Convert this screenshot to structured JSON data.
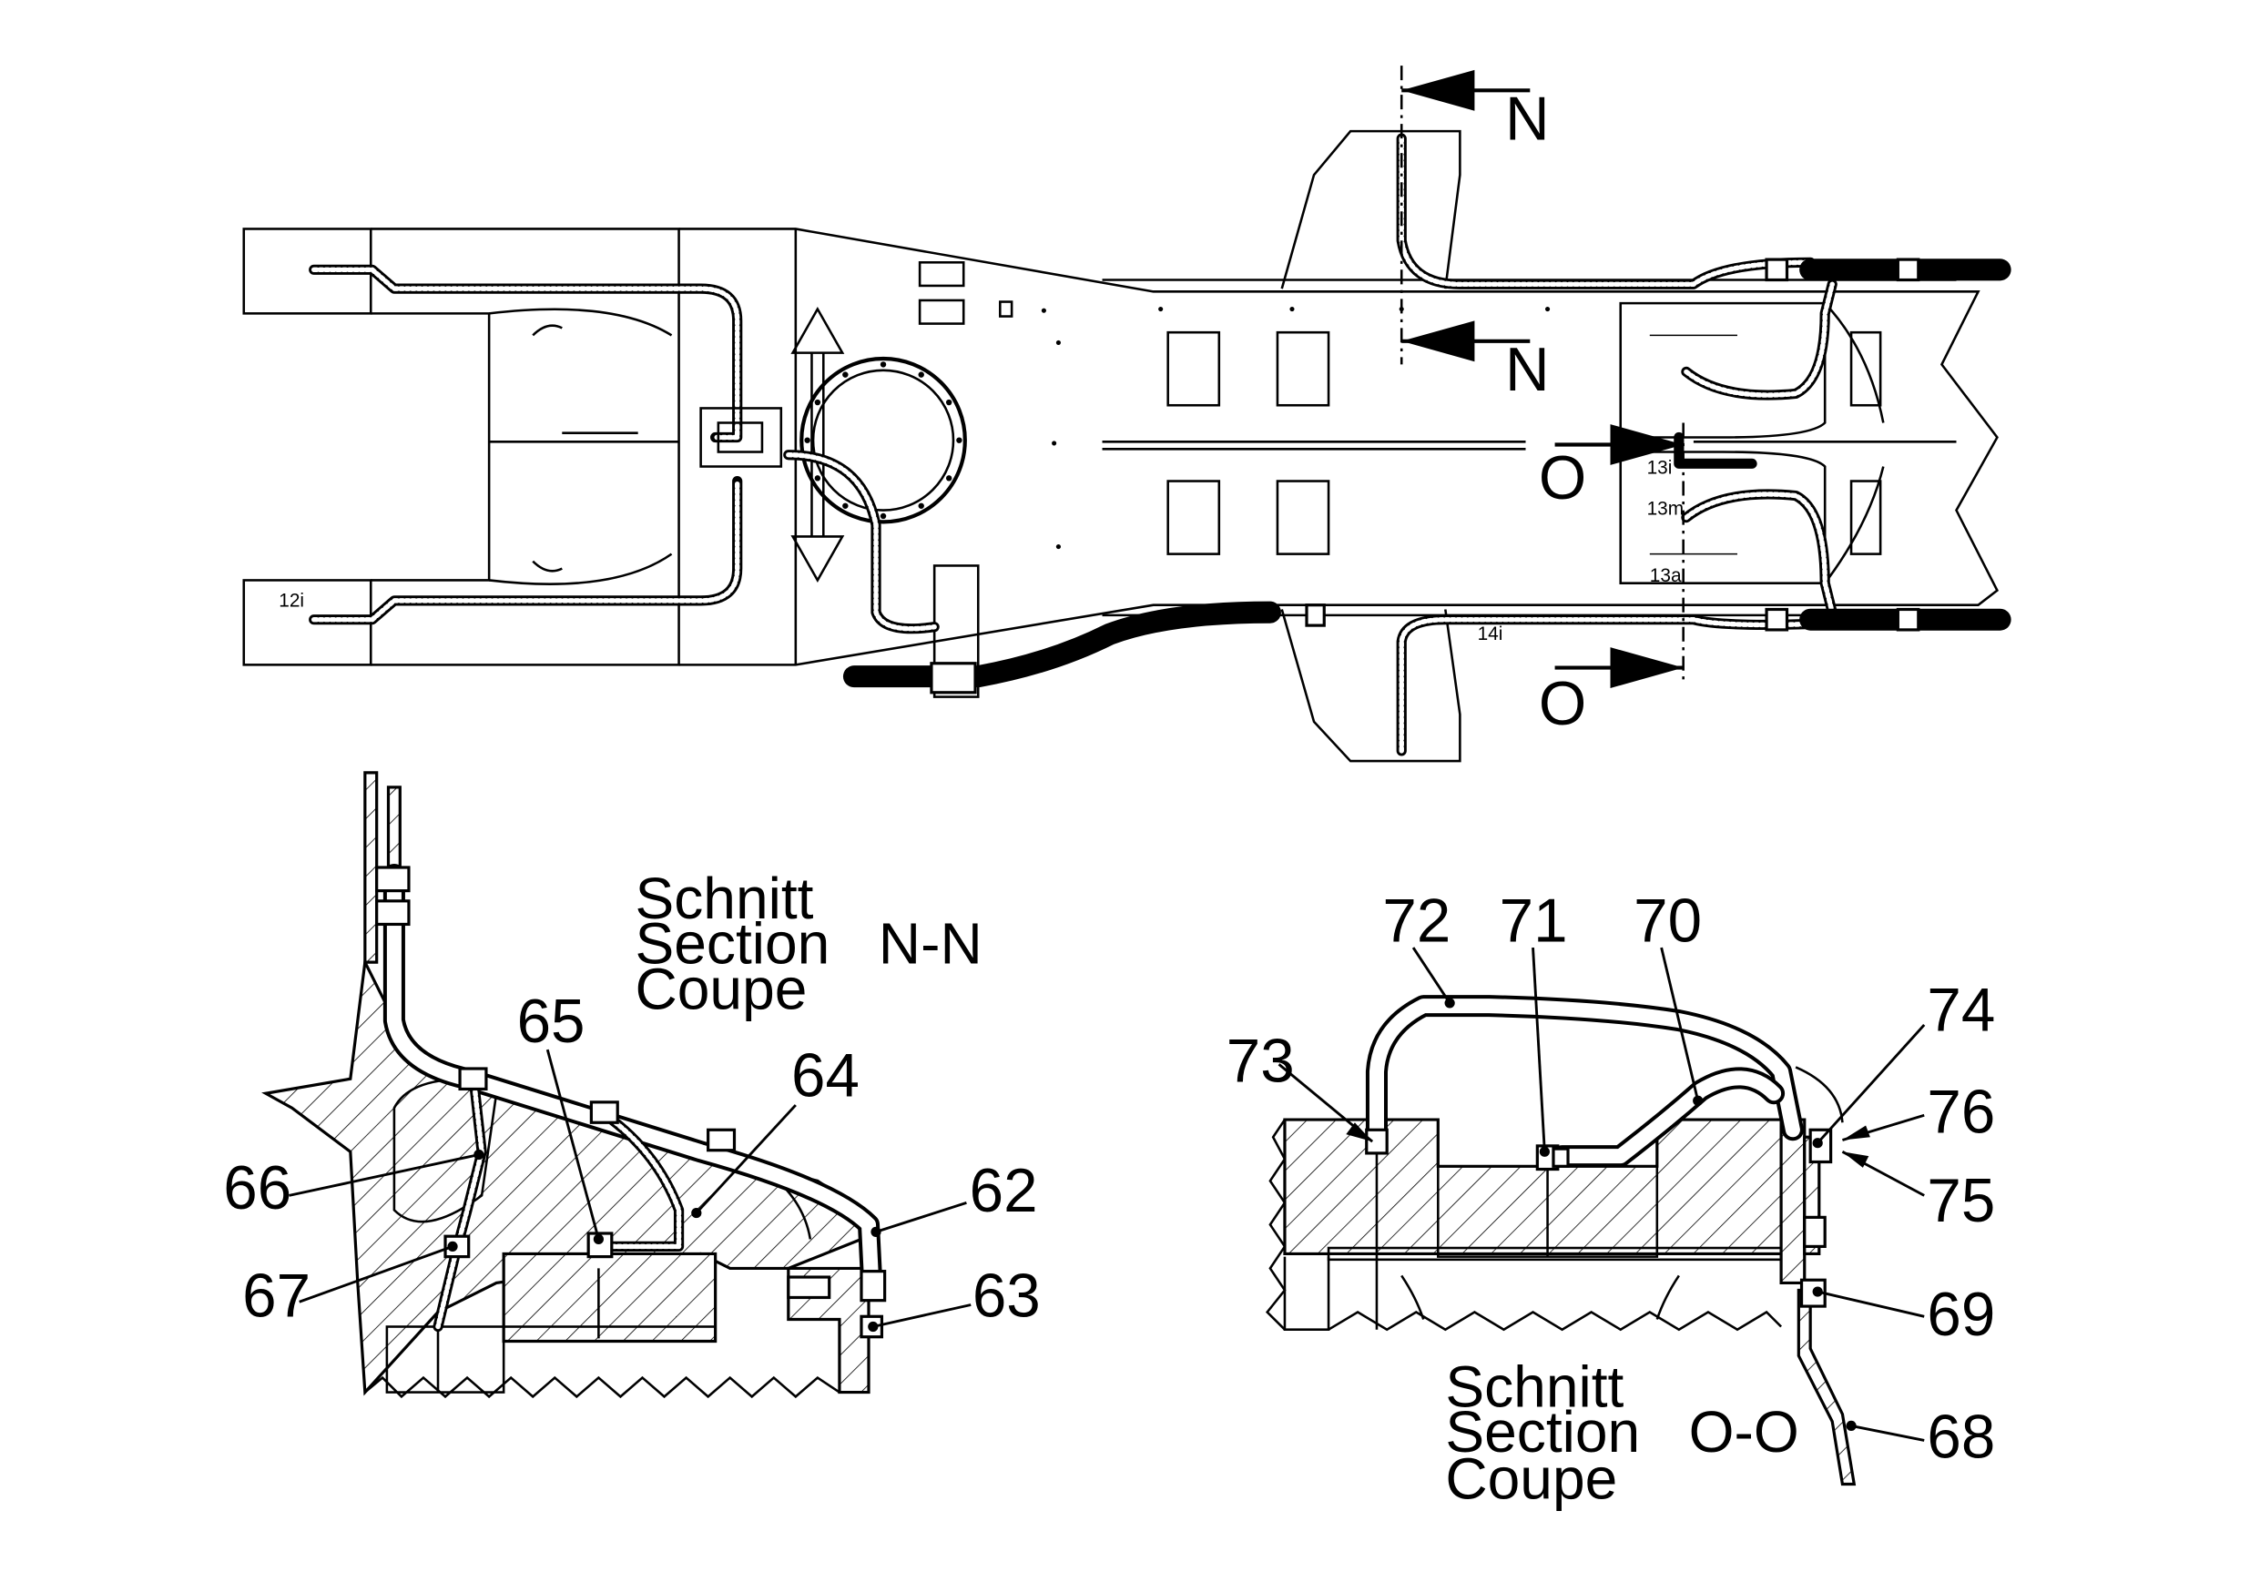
{
  "section_arrows": [
    {
      "letter": "N"
    },
    {
      "letter": "N"
    },
    {
      "letter": "O"
    },
    {
      "letter": "O"
    }
  ],
  "plan_small_labels": [
    "12i",
    "13i",
    "13m",
    "13a",
    "14i"
  ],
  "section_nn": {
    "title_lines": [
      "Schnitt",
      "Section   N-N",
      "Coupe"
    ],
    "parts": [
      "62",
      "63",
      "64",
      "65",
      "66",
      "67"
    ]
  },
  "section_oo": {
    "title_lines": [
      "Schnitt",
      "Section   O-O",
      "Coupe"
    ],
    "parts": [
      "68",
      "69",
      "70",
      "71",
      "72",
      "73",
      "74",
      "75",
      "76"
    ]
  }
}
